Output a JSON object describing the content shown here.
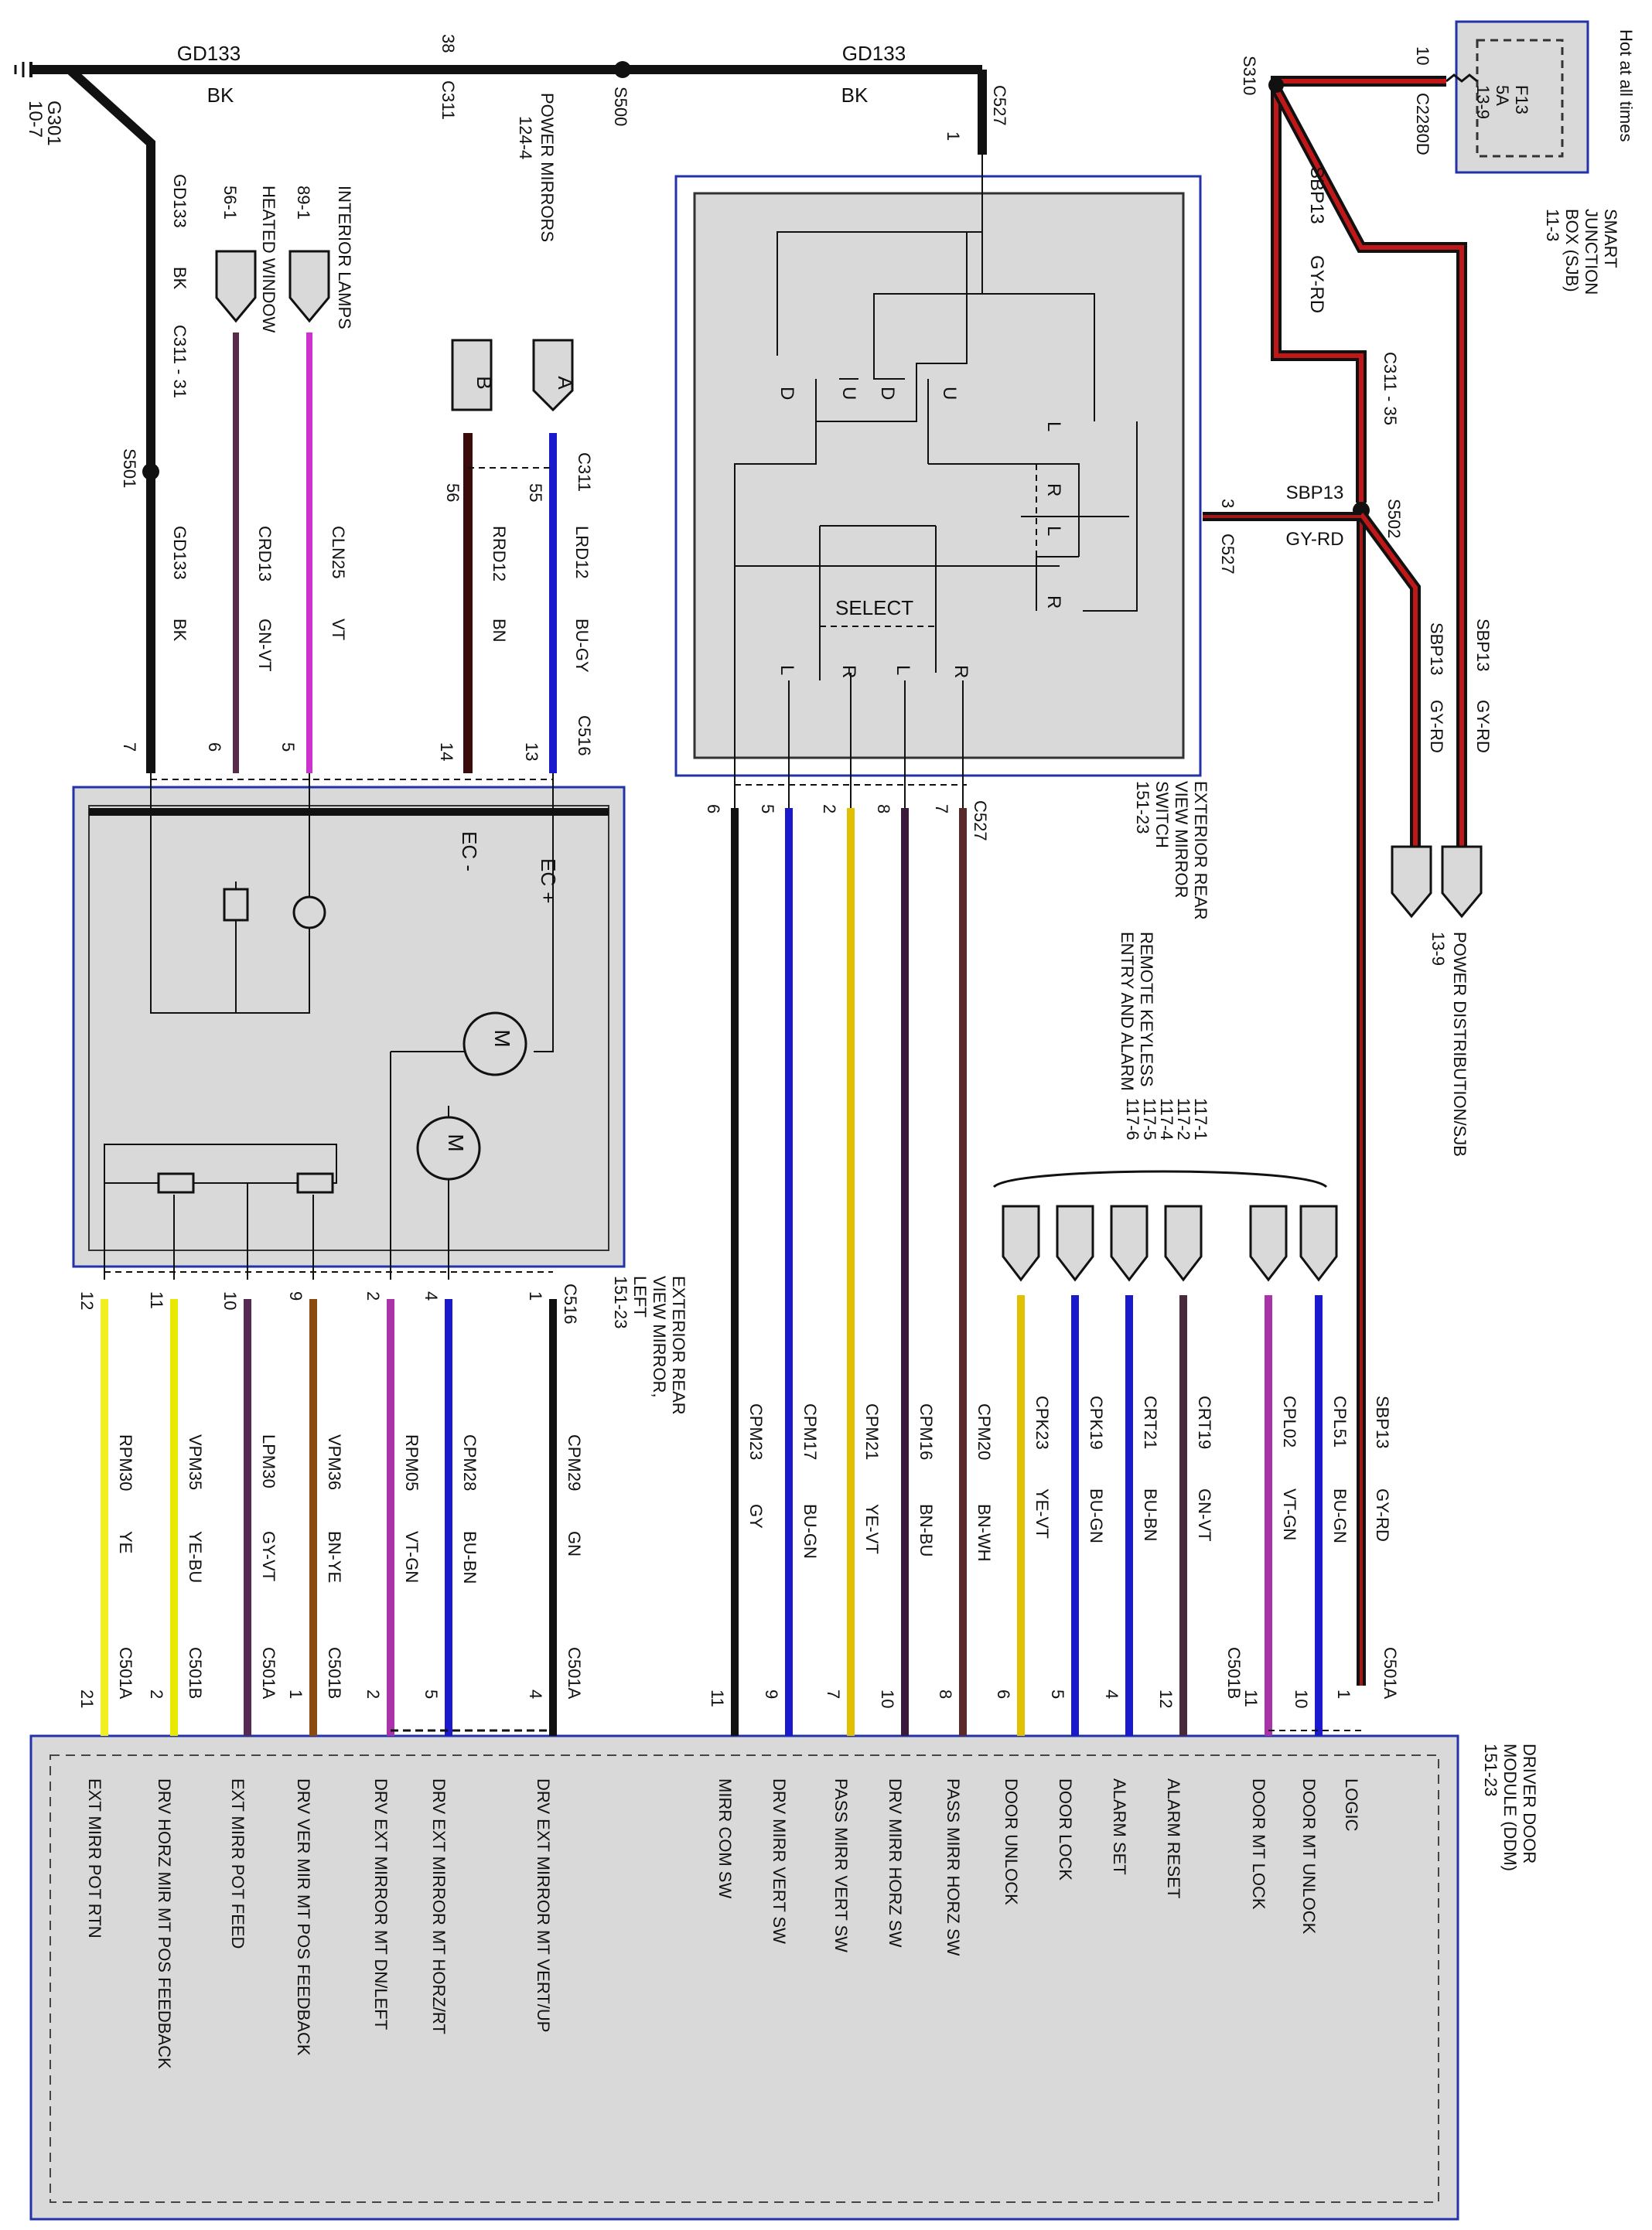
{
  "colors": {
    "BK": "#111111",
    "GY": "#111111",
    "GN": "#111111",
    "VT": "#cc33cc",
    "GN-VT": "#4a2a3a",
    "BN": "#3b0a0a",
    "BU-GY": "#1a1acc",
    "GY-RD": "#8b1a1a",
    "BU-GN": "#1a1acc",
    "YE-VT": "#e0c000",
    "BU-BN": "#1a1acc",
    "VT-GN": "#aa33aa",
    "YE": "#f0f020",
    "YE-BU": "#e8e800",
    "GY-VT": "#552a55",
    "BN-YE": "#8b4a10",
    "BU-BN2": "#1a1acc",
    "BN-BU": "#3a1a3a",
    "BN-WH": "#5a2a2a",
    "YE-BU2": "#e8e800",
    "module_fill": "#d9d9d9",
    "module_border": "#2233aa"
  },
  "top": {
    "ground_label": "G301",
    "ground_ref": "10-7",
    "wire_left_code": "GD133",
    "wire_left_color": "BK",
    "connector_c311_pin": "38",
    "connector_c311": "C311",
    "splice_s500": "S500",
    "power_mirrors_label": "POWER MIRRORS",
    "power_mirrors_ref": "124-4",
    "wire_right_code": "GD133",
    "wire_right_color": "BK",
    "connector_c527": "C527",
    "connector_c527_pin": "1",
    "hot_label": "Hot at all times",
    "fuse_conn_pin": "10",
    "fuse_conn": "C2280D",
    "fuse_name": "F13",
    "fuse_rating": "5A",
    "fuse_ref": "13-9",
    "sjb_title_1": "SMART",
    "sjb_title_2": "JUNCTION",
    "sjb_title_3": "BOX (SJB)",
    "sjb_ref": "11-3",
    "splice_s310": "S310"
  },
  "left_column": {
    "interior_lamps": "INTERIOR LAMPS",
    "interior_lamps_ref": "89-1",
    "heated_window": "HEATED WINDOW",
    "heated_window_ref": "56-1",
    "gd133_code": "GD133",
    "gd133_color": "BK",
    "c311_31": "C311 - 31",
    "s501": "S501",
    "gd133_2_code": "GD133",
    "gd133_2_color": "BK",
    "crd13_code": "CRD13",
    "crd13_color": "GN-VT",
    "cln25_code": "CLN25",
    "cln25_color": "VT",
    "conn_a": "A",
    "conn_b": "B",
    "c311": "C311",
    "pin_55": "55",
    "pin_56": "56",
    "lrd12_code": "LRD12",
    "lrd12_color": "BU-GY",
    "rrd12_code": "RRD12",
    "rrd12_color": "BN",
    "c516": "C516",
    "pins_top": [
      "7",
      "6",
      "5",
      "14",
      "13"
    ],
    "ec_plus": "EC +",
    "ec_minus": "EC -",
    "motor_label": "M",
    "mirror_title_1": "EXTERIOR REAR",
    "mirror_title_2": "VIEW MIRROR,",
    "mirror_title_3": "LEFT",
    "mirror_ref": "151-23"
  },
  "switch": {
    "labels": {
      "d1": "D",
      "u1": "U",
      "d2": "D",
      "u2": "U",
      "l_top": "L",
      "r_mid": "R",
      "l_mid": "L",
      "r_right": "R",
      "select": "SELECT",
      "l_b1": "L",
      "r_b1": "R",
      "l_b2": "L",
      "r_b2": "R"
    },
    "c527_pin_3": "3",
    "c527": "C527",
    "sbp13_code": "SBP13",
    "sbp13_color": "GY-RD",
    "title_1": "EXTERIOR REAR",
    "title_2": "VIEW MIRROR",
    "title_3": "SWITCH",
    "ref": "151-23",
    "c527_bottom": "C527",
    "pins_bottom": [
      "6",
      "5",
      "2",
      "8",
      "7"
    ]
  },
  "right_column": {
    "sbp13_code": "SBP13",
    "sbp13_color": "GY-RD",
    "c311_35": "C311 - 35",
    "s502": "S502",
    "sbp13_a_code": "SBP13",
    "sbp13_a_color": "GY-RD",
    "sbp13_b_code": "SBP13",
    "sbp13_b_color": "GY-RD",
    "power_dist": "POWER DISTRIBUTION/SJB",
    "power_dist_ref": "13-9",
    "rke_1": "REMOTE KEYLESS",
    "rke_2": "ENTRY AND ALARM",
    "rke_refs": [
      "117-1",
      "117-2",
      "117-4",
      "117-5",
      "117-6"
    ]
  },
  "lower_wires": [
    {
      "code": "CPM29",
      "color": "GN",
      "top_pin": "1",
      "bottom_pin": "4",
      "bottom_conn": "C501A",
      "func": "DRV EXT MIRROR MT VERT/UP"
    },
    {
      "code": "CPM28",
      "color": "BU-BN",
      "top_pin": "4",
      "bottom_pin": "5",
      "bottom_conn": "",
      "func": "DRV EXT MIRROR MT HORZ/RT"
    },
    {
      "code": "RPM05",
      "color": "VT-GN",
      "top_pin": "2",
      "bottom_pin": "2",
      "bottom_conn": "",
      "func": "DRV EXT MIRROR MT DN/LEFT"
    },
    {
      "code": "VPM36",
      "color": "BN-YE",
      "top_pin": "9",
      "bottom_pin": "1",
      "bottom_conn": "C501B",
      "func": "DRV VER MIR MT POS FEEDBACK"
    },
    {
      "code": "LPM30",
      "color": "GY-VT",
      "top_pin": "10",
      "bottom_pin": "",
      "bottom_conn": "C501A",
      "func": "EXT MIRR POT FEED"
    },
    {
      "code": "VPM35",
      "color": "YE-BU",
      "top_pin": "11",
      "bottom_pin": "2",
      "bottom_conn": "C501B",
      "func": "DRV HORZ MIR MT POS FEEDBACK"
    },
    {
      "code": "RPM30",
      "color": "YE",
      "top_pin": "12",
      "bottom_pin": "21",
      "bottom_conn": "C501A",
      "func": "EXT MIRR POT RTN"
    }
  ],
  "mid_wires": [
    {
      "code": "CPM23",
      "color": "GY",
      "bottom_pin": "11",
      "func": "MIRR COM SW"
    },
    {
      "code": "CPM17",
      "color": "BU-GN",
      "bottom_pin": "9",
      "func": "DRV MIRR VERT SW"
    },
    {
      "code": "CPM21",
      "color": "YE-VT",
      "bottom_pin": "7",
      "func": "PASS MIRR VERT SW"
    },
    {
      "code": "CPM16",
      "color": "BN-BU",
      "bottom_pin": "10",
      "func": "DRV MIRR HORZ SW"
    },
    {
      "code": "CPM20",
      "color": "BN-WH",
      "bottom_pin": "8",
      "func": "PASS MIRR HORZ SW"
    }
  ],
  "right_wires": [
    {
      "code": "CPK23",
      "color": "YE-VT",
      "bottom_pin": "6",
      "func": "DOOR UNLOCK"
    },
    {
      "code": "CPK19",
      "color": "BU-GN",
      "bottom_pin": "5",
      "func": "DOOR LOCK"
    },
    {
      "code": "CRT21",
      "color": "BU-BN",
      "bottom_pin": "4",
      "func": "ALARM SET"
    },
    {
      "code": "CRT19",
      "color": "GN-VT",
      "bottom_pin": "12",
      "func": "ALARM RESET"
    },
    {
      "code": "CPL02",
      "color": "VT-GN",
      "bottom_pin": "11",
      "func": "DOOR MT LOCK"
    },
    {
      "code": "CPL51",
      "color": "BU-GN",
      "bottom_pin": "10",
      "func": "DOOR MT UNLOCK"
    },
    {
      "code": "SBP13",
      "color": "GY-RD",
      "bottom_pin": "1",
      "func": "LOGIC"
    }
  ],
  "ddm": {
    "c501b_mid": "C501B",
    "c501a_right": "C501A",
    "title_1": "DRIVER DOOR",
    "title_2": "MODULE (DDM)",
    "ref": "151-23"
  }
}
